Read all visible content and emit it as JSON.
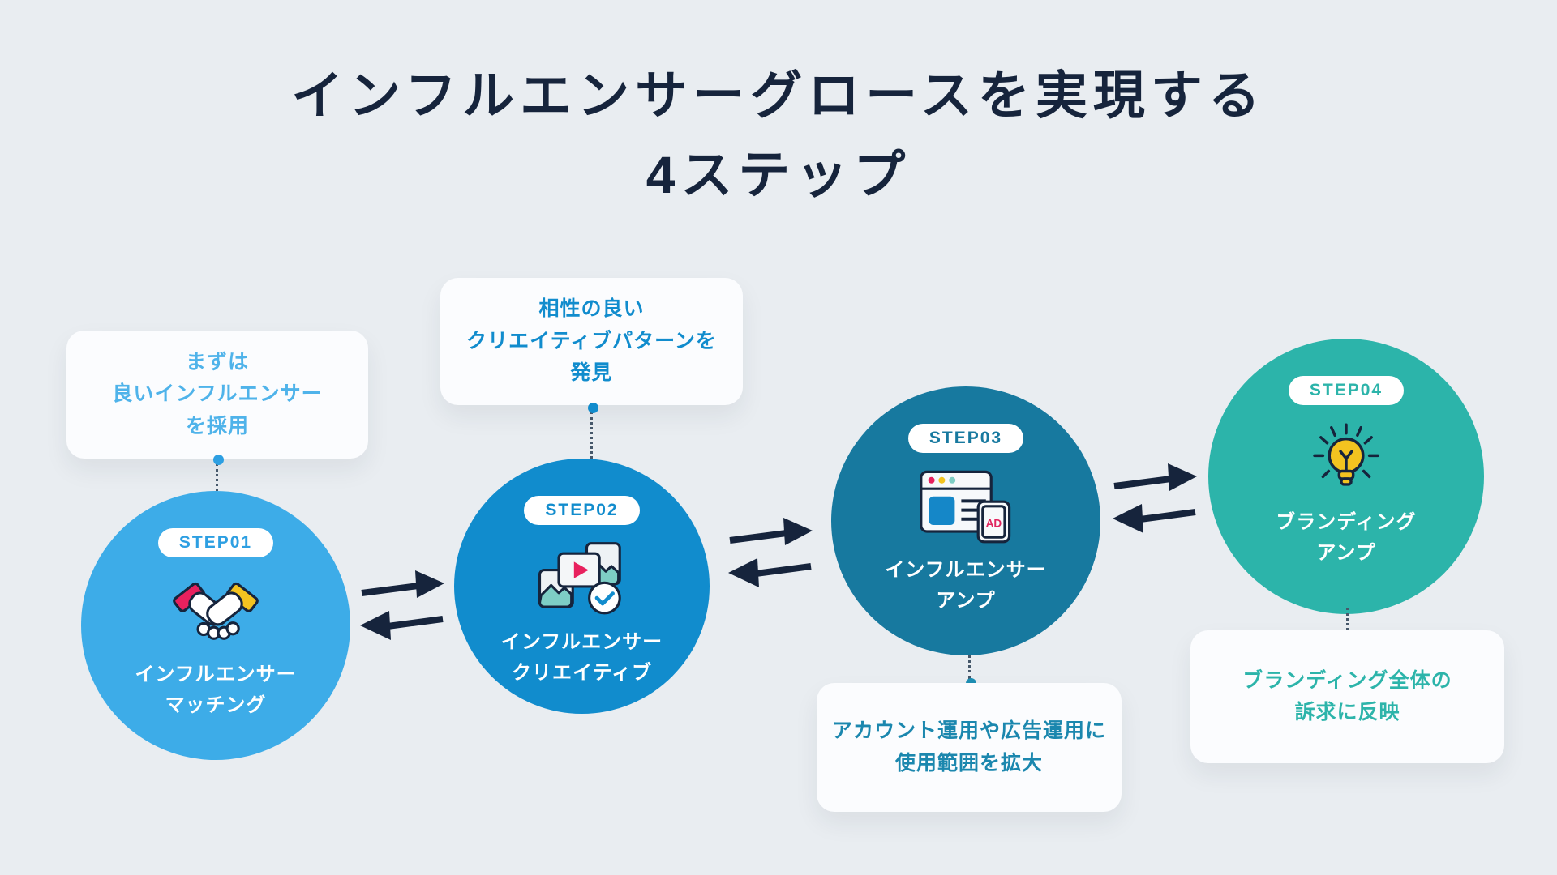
{
  "title": {
    "line1": "インフルエンサーグロースを実現する",
    "line2": "4ステップ"
  },
  "steps": [
    {
      "badge": "STEP01",
      "label": [
        "インフルエンサー",
        "マッチング"
      ],
      "callout": [
        "まずは",
        "良いインフルエンサー",
        "を採用"
      ],
      "callout_position": "above",
      "circle_color": "#3DACE8",
      "callout_text_color": "#4FB3EA",
      "icon": "handshake-icon"
    },
    {
      "badge": "STEP02",
      "label": [
        "インフルエンサー",
        "クリエイティブ"
      ],
      "callout": [
        "相性の良い",
        "クリエイティブパターンを",
        "発見"
      ],
      "callout_position": "above",
      "circle_color": "#118CCD",
      "callout_text_color": "#118CCD",
      "icon": "media-creative-icon"
    },
    {
      "badge": "STEP03",
      "label": [
        "インフルエンサー",
        "アンプ"
      ],
      "callout": [
        "アカウント運用や広告運用に",
        "使用範囲を拡大"
      ],
      "callout_position": "below",
      "circle_color": "#17799F",
      "callout_text_color": "#1B87AE",
      "icon": "browser-ad-icon"
    },
    {
      "badge": "STEP04",
      "label": [
        "ブランディング",
        "アンプ"
      ],
      "callout": [
        "ブランディング全体の",
        "訴求に反映"
      ],
      "callout_position": "below",
      "circle_color": "#2CB4AA",
      "callout_text_color": "#2CB4AA",
      "icon": "lightbulb-icon"
    }
  ],
  "icons": {
    "ad_label": "AD"
  },
  "colors": {
    "background": "#E9EDF1",
    "title_text": "#16243C",
    "arrow": "#16243C",
    "callout_bg": "#FBFCFE",
    "badge_bg": "#FFFFFF",
    "accent_pink": "#E8215E",
    "accent_yellow": "#F3C320",
    "accent_teal": "#7ECEC5"
  }
}
